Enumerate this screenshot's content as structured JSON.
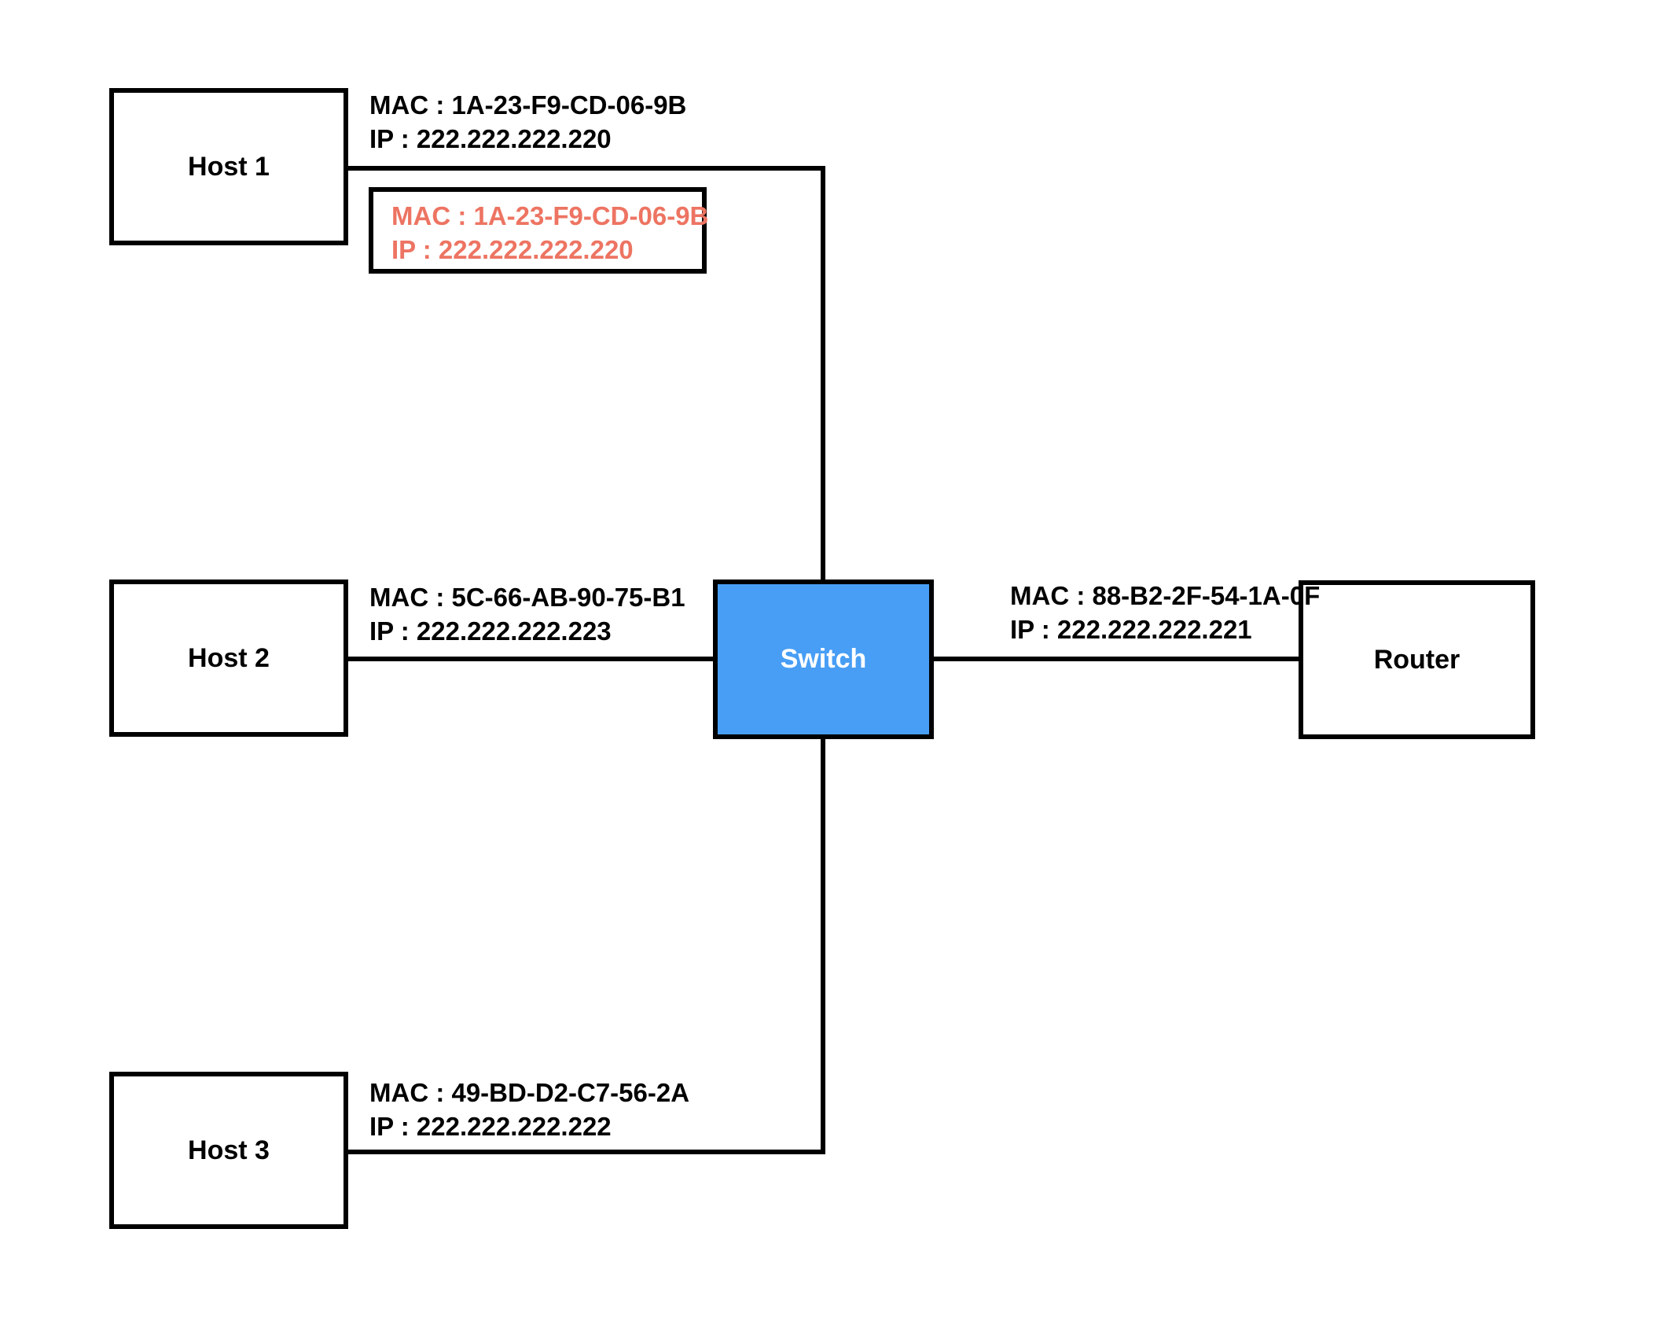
{
  "nodes": {
    "host1": {
      "label": "Host 1"
    },
    "host2": {
      "label": "Host 2"
    },
    "host3": {
      "label": "Host 3"
    },
    "switch": {
      "label": "Switch"
    },
    "router": {
      "label": "Router"
    }
  },
  "annotations": {
    "host1": {
      "mac": "MAC : 1A-23-F9-CD-06-9B",
      "ip": "IP : 222.222.222.220"
    },
    "host2": {
      "mac": "MAC : 5C-66-AB-90-75-B1",
      "ip": "IP : 222.222.222.223"
    },
    "host3": {
      "mac": "MAC : 49-BD-D2-C7-56-2A",
      "ip": "IP : 222.222.222.222"
    },
    "router": {
      "mac": "MAC : 88-B2-2F-54-1A-0F",
      "ip": "IP : 222.222.222.221"
    }
  },
  "callout": {
    "mac": "MAC : 1A-23-F9-CD-06-9B",
    "ip": "IP : 222.222.222.220"
  },
  "edges": [
    {
      "from": "host1",
      "to": "switch"
    },
    {
      "from": "host2",
      "to": "switch"
    },
    {
      "from": "host3",
      "to": "switch"
    },
    {
      "from": "switch",
      "to": "router"
    }
  ],
  "colors": {
    "switch_fill": "#489EF5",
    "switch_label": "#FFFFFF",
    "callout_text": "#ED7462",
    "line": "#000000",
    "text": "#000000",
    "background": "#FFFFFF"
  }
}
